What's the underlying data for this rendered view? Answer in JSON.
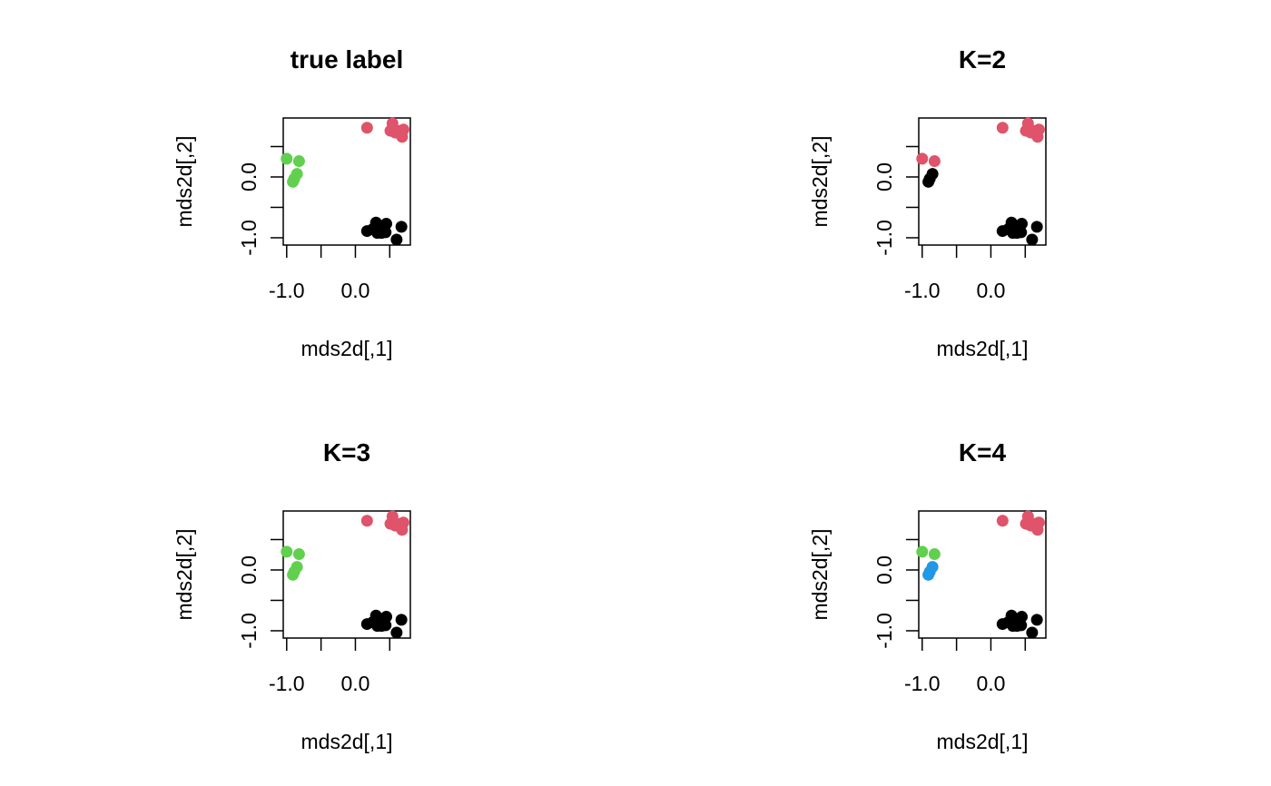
{
  "chart_data": [
    {
      "type": "scatter",
      "title": "true label",
      "xlabel": "mds2d[,1]",
      "ylabel": "mds2d[,2]",
      "xlim": [
        -1.05,
        0.8
      ],
      "ylim": [
        -1.12,
        0.97
      ],
      "xticks": [
        -1.0,
        -0.5,
        0.0,
        0.5
      ],
      "xtick_labels": [
        "-1.0",
        "",
        "0.0",
        ""
      ],
      "yticks": [
        -1.0,
        -0.5,
        0.0,
        0.5
      ],
      "ytick_labels": [
        "-1.0",
        "",
        "0.0",
        ""
      ],
      "grid": false,
      "groups": [
        {
          "color": "#DF536B",
          "points": [
            [
              0.17,
              0.81
            ],
            [
              0.54,
              0.88
            ],
            [
              0.51,
              0.76
            ],
            [
              0.58,
              0.73
            ],
            [
              0.65,
              0.76
            ],
            [
              0.7,
              0.78
            ],
            [
              0.68,
              0.66
            ]
          ]
        },
        {
          "color": "#61D04F",
          "points": [
            [
              -1.0,
              0.3
            ],
            [
              -0.82,
              0.26
            ],
            [
              -0.85,
              0.05
            ],
            [
              -0.89,
              -0.03
            ],
            [
              -0.91,
              -0.08
            ]
          ]
        },
        {
          "color": "#000000",
          "points": [
            [
              0.17,
              -0.89
            ],
            [
              0.25,
              -0.86
            ],
            [
              0.3,
              -0.75
            ],
            [
              0.35,
              -0.8
            ],
            [
              0.4,
              -0.85
            ],
            [
              0.45,
              -0.77
            ],
            [
              0.38,
              -0.92
            ],
            [
              0.44,
              -0.91
            ],
            [
              0.32,
              -0.92
            ],
            [
              0.67,
              -0.82
            ],
            [
              0.6,
              -1.03
            ]
          ]
        }
      ]
    },
    {
      "type": "scatter",
      "title": "K=2",
      "xlabel": "mds2d[,1]",
      "ylabel": "mds2d[,2]",
      "xlim": [
        -1.05,
        0.8
      ],
      "ylim": [
        -1.12,
        0.97
      ],
      "xticks": [
        -1.0,
        -0.5,
        0.0,
        0.5
      ],
      "xtick_labels": [
        "-1.0",
        "",
        "0.0",
        ""
      ],
      "yticks": [
        -1.0,
        -0.5,
        0.0,
        0.5
      ],
      "ytick_labels": [
        "-1.0",
        "",
        "0.0",
        ""
      ],
      "grid": false,
      "groups": [
        {
          "color": "#DF536B",
          "points": [
            [
              0.17,
              0.81
            ],
            [
              0.54,
              0.88
            ],
            [
              0.51,
              0.76
            ],
            [
              0.58,
              0.73
            ],
            [
              0.65,
              0.76
            ],
            [
              0.7,
              0.78
            ],
            [
              0.68,
              0.66
            ],
            [
              -1.0,
              0.3
            ],
            [
              -0.82,
              0.26
            ]
          ]
        },
        {
          "color": "#000000",
          "points": [
            [
              -0.85,
              0.05
            ],
            [
              -0.89,
              -0.03
            ],
            [
              -0.91,
              -0.08
            ],
            [
              0.17,
              -0.89
            ],
            [
              0.25,
              -0.86
            ],
            [
              0.3,
              -0.75
            ],
            [
              0.35,
              -0.8
            ],
            [
              0.4,
              -0.85
            ],
            [
              0.45,
              -0.77
            ],
            [
              0.38,
              -0.92
            ],
            [
              0.44,
              -0.91
            ],
            [
              0.32,
              -0.92
            ],
            [
              0.67,
              -0.82
            ],
            [
              0.6,
              -1.03
            ]
          ]
        }
      ]
    },
    {
      "type": "scatter",
      "title": "K=3",
      "xlabel": "mds2d[,1]",
      "ylabel": "mds2d[,2]",
      "xlim": [
        -1.05,
        0.8
      ],
      "ylim": [
        -1.12,
        0.97
      ],
      "xticks": [
        -1.0,
        -0.5,
        0.0,
        0.5
      ],
      "xtick_labels": [
        "-1.0",
        "",
        "0.0",
        ""
      ],
      "yticks": [
        -1.0,
        -0.5,
        0.0,
        0.5
      ],
      "ytick_labels": [
        "-1.0",
        "",
        "0.0",
        ""
      ],
      "grid": false,
      "groups": [
        {
          "color": "#DF536B",
          "points": [
            [
              0.17,
              0.81
            ],
            [
              0.54,
              0.88
            ],
            [
              0.51,
              0.76
            ],
            [
              0.58,
              0.73
            ],
            [
              0.65,
              0.76
            ],
            [
              0.7,
              0.78
            ],
            [
              0.68,
              0.66
            ]
          ]
        },
        {
          "color": "#61D04F",
          "points": [
            [
              -1.0,
              0.3
            ],
            [
              -0.82,
              0.26
            ],
            [
              -0.85,
              0.05
            ],
            [
              -0.89,
              -0.03
            ],
            [
              -0.91,
              -0.08
            ]
          ]
        },
        {
          "color": "#000000",
          "points": [
            [
              0.17,
              -0.89
            ],
            [
              0.25,
              -0.86
            ],
            [
              0.3,
              -0.75
            ],
            [
              0.35,
              -0.8
            ],
            [
              0.4,
              -0.85
            ],
            [
              0.45,
              -0.77
            ],
            [
              0.38,
              -0.92
            ],
            [
              0.44,
              -0.91
            ],
            [
              0.32,
              -0.92
            ],
            [
              0.67,
              -0.82
            ],
            [
              0.6,
              -1.03
            ]
          ]
        }
      ]
    },
    {
      "type": "scatter",
      "title": "K=4",
      "xlabel": "mds2d[,1]",
      "ylabel": "mds2d[,2]",
      "xlim": [
        -1.05,
        0.8
      ],
      "ylim": [
        -1.12,
        0.97
      ],
      "xticks": [
        -1.0,
        -0.5,
        0.0,
        0.5
      ],
      "xtick_labels": [
        "-1.0",
        "",
        "0.0",
        ""
      ],
      "yticks": [
        -1.0,
        -0.5,
        0.0,
        0.5
      ],
      "ytick_labels": [
        "-1.0",
        "",
        "0.0",
        ""
      ],
      "grid": false,
      "groups": [
        {
          "color": "#DF536B",
          "points": [
            [
              0.17,
              0.81
            ],
            [
              0.54,
              0.88
            ],
            [
              0.51,
              0.76
            ],
            [
              0.58,
              0.73
            ],
            [
              0.65,
              0.76
            ],
            [
              0.7,
              0.78
            ],
            [
              0.68,
              0.66
            ]
          ]
        },
        {
          "color": "#61D04F",
          "points": [
            [
              -1.0,
              0.3
            ],
            [
              -0.82,
              0.26
            ]
          ]
        },
        {
          "color": "#2297E6",
          "points": [
            [
              -0.85,
              0.05
            ],
            [
              -0.89,
              -0.03
            ],
            [
              -0.91,
              -0.08
            ]
          ]
        },
        {
          "color": "#000000",
          "points": [
            [
              0.17,
              -0.89
            ],
            [
              0.25,
              -0.86
            ],
            [
              0.3,
              -0.75
            ],
            [
              0.35,
              -0.8
            ],
            [
              0.4,
              -0.85
            ],
            [
              0.45,
              -0.77
            ],
            [
              0.38,
              -0.92
            ],
            [
              0.44,
              -0.91
            ],
            [
              0.32,
              -0.92
            ],
            [
              0.67,
              -0.82
            ],
            [
              0.6,
              -1.03
            ]
          ]
        }
      ]
    }
  ]
}
